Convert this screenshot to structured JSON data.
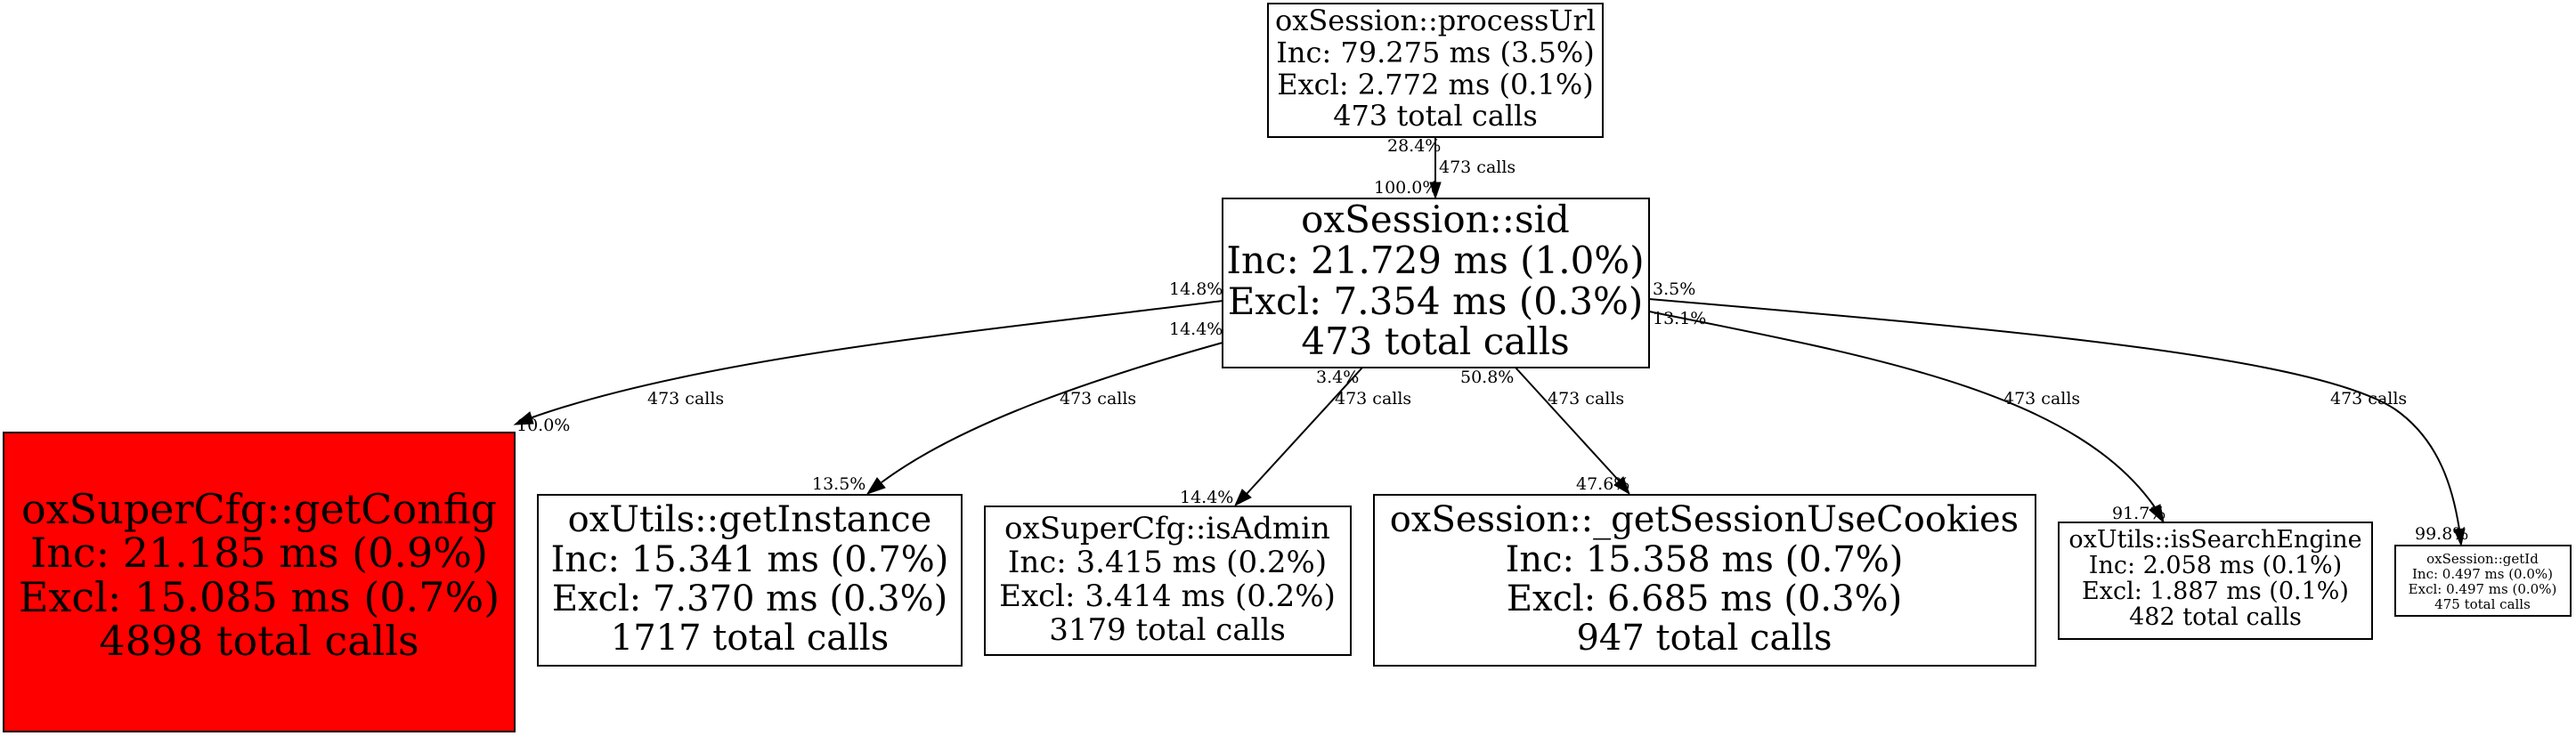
{
  "colors": {
    "hot": "#ff0000",
    "normal": "#ffffff",
    "stroke": "#000000"
  },
  "nodes": {
    "processUrl": {
      "name": "oxSession::processUrl",
      "inc": "Inc: 79.275 ms (3.5%)",
      "excl": "Excl: 2.772 ms (0.1%)",
      "calls": "473 total calls"
    },
    "sid": {
      "name": "oxSession::sid",
      "inc": "Inc: 21.729 ms (1.0%)",
      "excl": "Excl: 7.354 ms (0.3%)",
      "calls": "473 total calls"
    },
    "getConfig": {
      "name": "oxSuperCfg::getConfig",
      "inc": "Inc: 21.185 ms (0.9%)",
      "excl": "Excl: 15.085 ms (0.7%)",
      "calls": "4898 total calls"
    },
    "getInstance": {
      "name": "oxUtils::getInstance",
      "inc": "Inc: 15.341 ms (0.7%)",
      "excl": "Excl: 7.370 ms (0.3%)",
      "calls": "1717 total calls"
    },
    "isAdmin": {
      "name": "oxSuperCfg::isAdmin",
      "inc": "Inc: 3.415 ms (0.2%)",
      "excl": "Excl: 3.414 ms (0.2%)",
      "calls": "3179 total calls"
    },
    "getSessionUseCookies": {
      "name": "oxSession::_getSessionUseCookies",
      "inc": "Inc: 15.358 ms (0.7%)",
      "excl": "Excl: 6.685 ms (0.3%)",
      "calls": "947 total calls"
    },
    "isSearchEngine": {
      "name": "oxUtils::isSearchEngine",
      "inc": "Inc: 2.058 ms (0.1%)",
      "excl": "Excl: 1.887 ms (0.1%)",
      "calls": "482 total calls"
    },
    "getId": {
      "name": "oxSession::getId",
      "inc": "Inc: 0.497 ms (0.0%)",
      "excl": "Excl: 0.497 ms (0.0%)",
      "calls": "475 total calls"
    }
  },
  "edges": {
    "processUrl_sid": {
      "label": "473 calls",
      "tail": "28.4%",
      "head": "100.0%"
    },
    "sid_getConfig": {
      "label": "473 calls",
      "tail": "14.8%",
      "head": "10.0%"
    },
    "sid_getInstance": {
      "label": "473 calls",
      "tail": "14.4%",
      "head": "13.5%"
    },
    "sid_isAdmin": {
      "label": "473 calls",
      "tail": "3.4%",
      "head": "14.4%"
    },
    "sid_getSessionUseCookies": {
      "label": "473 calls",
      "tail": "50.8%",
      "head": "47.6%"
    },
    "sid_isSearchEngine": {
      "label": "473 calls",
      "tail": "13.1%",
      "head": "91.7%"
    },
    "sid_getId": {
      "label": "473 calls",
      "tail": "3.5%",
      "head": "99.8%"
    }
  }
}
